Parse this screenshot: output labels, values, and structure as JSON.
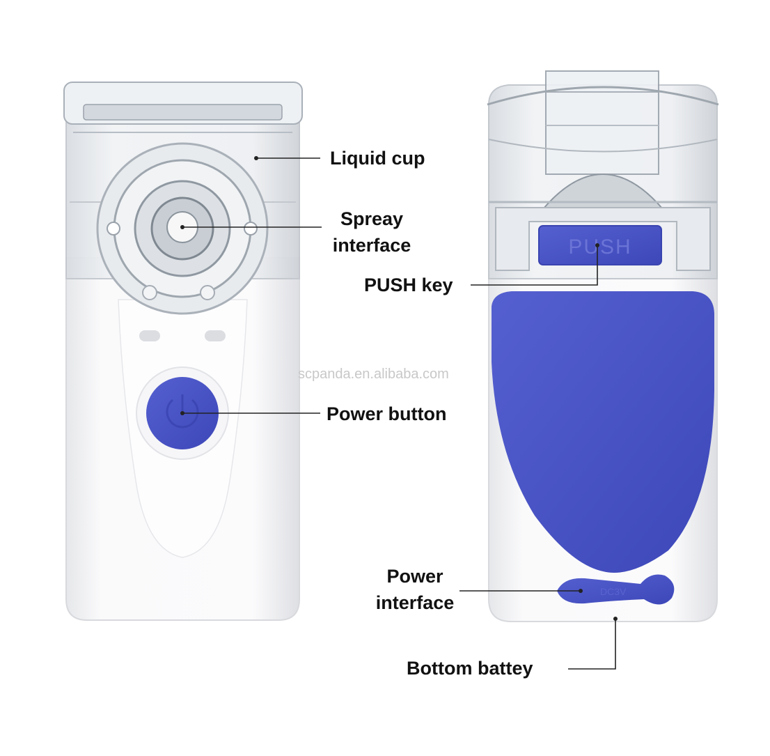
{
  "labels": {
    "liquid_cup": "Liquid cup",
    "spray_interface_line1": "Spreay",
    "spray_interface_line2": "interface",
    "push_key": "PUSH key",
    "power_button": "Power button",
    "power_interface_line1": "Power",
    "power_interface_line2": "interface",
    "bottom_battery": "Bottom battey"
  },
  "device_text": {
    "push": "PUSH",
    "dc_voltage": "DC3V"
  },
  "watermark": "scpanda.en.alibaba.com",
  "colors": {
    "accent_blue": "#4a55c8",
    "body_white": "#f4f4f6",
    "clear_plastic": "#e4e8ec",
    "leader_line": "#222222"
  },
  "icons": {
    "power_button": "power-icon"
  }
}
